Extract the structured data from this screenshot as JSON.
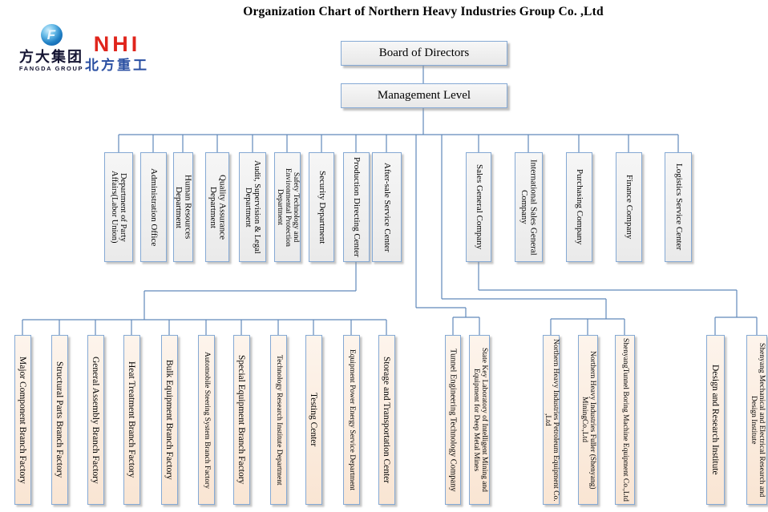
{
  "title": "Organization Chart of Northern Heavy Industries  Group Co. ,Ltd",
  "logos": {
    "fangda_symbol": "F",
    "fangda_cn": "方大集团",
    "fangda_en": "FANGDA GROUP",
    "nhi_text": "NHI",
    "nhi_cn": "北方重工"
  },
  "top": {
    "board": "Board of Directors",
    "management": "Management Level"
  },
  "middle_row": [
    "Department of Party Affairs(Labor Union)",
    "Administration Office",
    "Human Resources Department",
    "Quality Assurance Department",
    "Audit, Supervision & Legal Department",
    "Safety Technology and Environmental Protection Department",
    "Security Department",
    "Production Directing Center",
    "After-sale Service Center",
    "Sales General Company",
    "International Sales General Company",
    "Purchasing Company",
    "Finance Company",
    "Logistics Service Center"
  ],
  "bottom_groups": {
    "production": [
      "Major Component Branch Factory",
      "Structural Parts Branch Factory",
      "General Assembly Branch Factory",
      "Heat Treatment Branch Factory",
      "Bulk Equipment Branch Factory",
      "Automobile Steering System Branch Factory",
      "Special Equipment Branch Factory",
      "Technology Research Institute Department",
      "Testing Center",
      "Equipment Power Energy Service Department",
      "Storage and Transportation Center"
    ],
    "mining": [
      "Tunnel Engineering Technology Company",
      "State Key Laboratory of Intelligent Mining and Equipment for Deep Metal Mines"
    ],
    "subsidiaries": [
      "Northern Heavy Industries Petroleum Equipment Co. ,Ltd",
      "Northern Heavy Industries Fuller (Shenyang) MiningCo.,Ltd",
      "ShenyangTunnel Boring Machine Equipment Co.,Ltd"
    ],
    "research": [
      "Design and Research Institute",
      "Shenyang Mechanical and Electrical Research and Design Institute"
    ]
  },
  "colors": {
    "connector_line": "#6089ba",
    "box_border": "#85a9d4",
    "department_fill": "#f2f2f2",
    "factory_fill": "#fcefe2",
    "nhi_red": "#e0251c",
    "nhi_blue": "#2a4fa2",
    "fangda_navy": "#141432"
  }
}
